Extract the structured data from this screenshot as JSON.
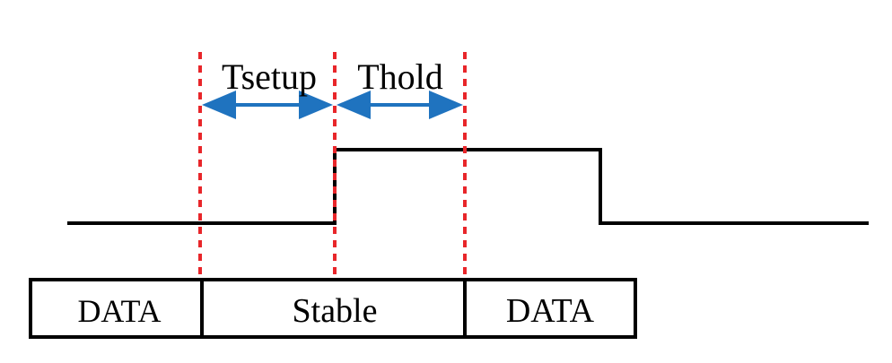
{
  "labels": {
    "setup": "Tsetup",
    "hold": "Thold"
  },
  "boxes": [
    {
      "label": "DATA"
    },
    {
      "label": "Stable"
    },
    {
      "label": "DATA"
    }
  ],
  "colors": {
    "line": "#000000",
    "marker": "#e8262a",
    "arrow": "#1f73bf",
    "background": "#ffffff"
  }
}
